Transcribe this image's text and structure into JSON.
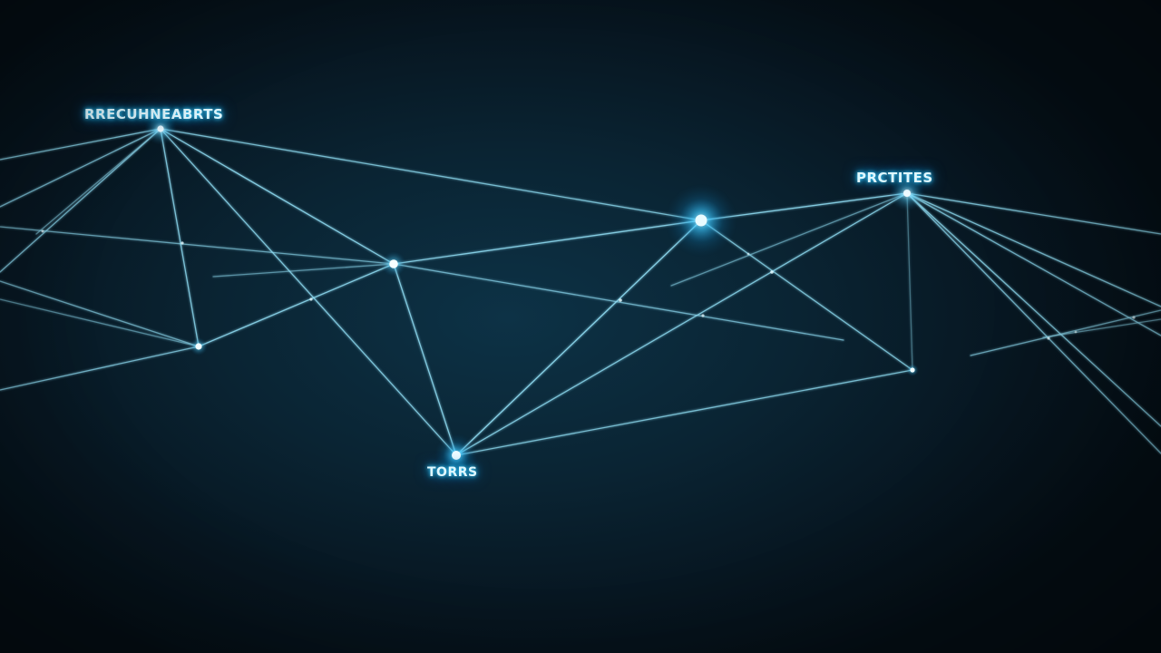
{
  "scene": {
    "description_free": true,
    "colors": {
      "background": "#07141d",
      "line": "#8fdcf2",
      "line_bright": "#cdf4ff",
      "glow": "#2fc4ff",
      "node_core": "#f2fdff"
    }
  },
  "labels": {
    "recruitment": "RRECUHNEABRTS",
    "profiles": "PRCTITES",
    "teams": "TORRS"
  }
}
